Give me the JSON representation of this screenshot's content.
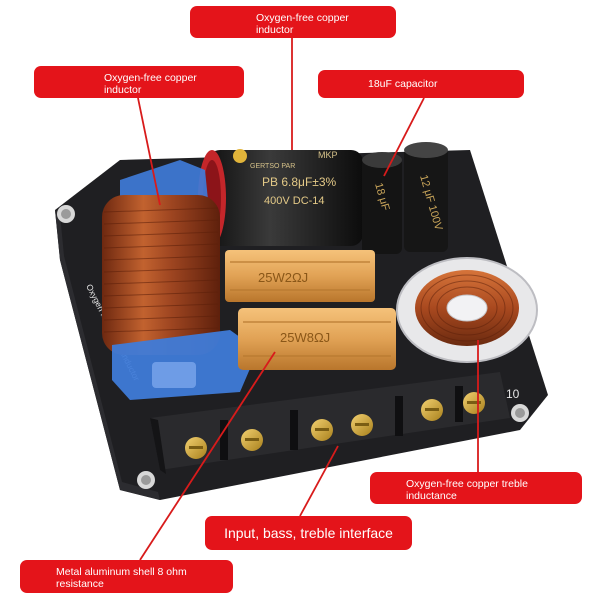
{
  "callouts": {
    "inductor_top": "Oxygen-free copper inductor",
    "inductor_left": "Oxygen-free copper inductor",
    "capacitor": "18uF capacitor",
    "treble_inductance": "Oxygen-free copper treble inductance",
    "interface": "Input, bass, treble interface",
    "resistor": "Metal aluminum shell 8 ohm resistance"
  },
  "component_text": {
    "big_cap_brand": "GERTSO PAR",
    "big_cap_type": "MKP",
    "big_cap_value": "PB 6.8μF±3%",
    "big_cap_voltage": "400V DC-14",
    "resistor_top": "25W2ΩJ",
    "resistor_bottom": "25W8ΩJ",
    "cap_1": "18 μF",
    "cap_2": "12 μF 100V",
    "board_silkscreen": "Oxygen free copper inductor",
    "board_number": "10"
  },
  "colors": {
    "callout_red": "#e4141a",
    "leader_red": "#d81b1b",
    "board": "#1f1f22",
    "copper": "#b8542a",
    "aluminum_gold": "#e1a255",
    "blue_bobbin": "#3f7bd8"
  }
}
